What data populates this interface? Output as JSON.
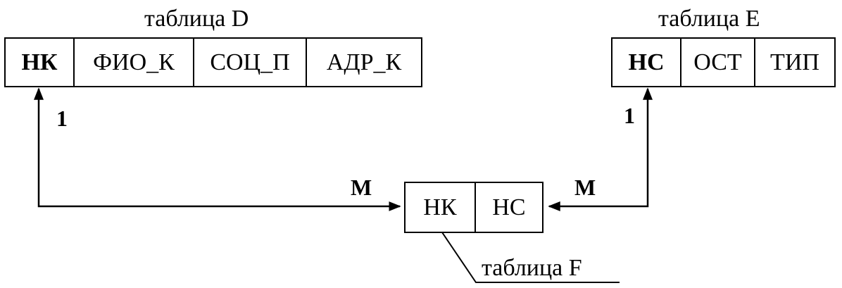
{
  "tables": {
    "d": {
      "caption": "таблица D",
      "fields": [
        "НК",
        "ФИО_К",
        "СОЦ_П",
        "АДР_К"
      ]
    },
    "e": {
      "caption": "таблица E",
      "fields": [
        "НС",
        "ОСТ",
        "ТИП"
      ]
    },
    "f": {
      "caption": "таблица F",
      "fields": [
        "НК",
        "НС"
      ]
    }
  },
  "relations": [
    {
      "from": "D.НК",
      "to": "F.НК",
      "one_label": "1",
      "many_label": "M"
    },
    {
      "from": "E.НС",
      "to": "F.НС",
      "one_label": "1",
      "many_label": "M"
    }
  ]
}
